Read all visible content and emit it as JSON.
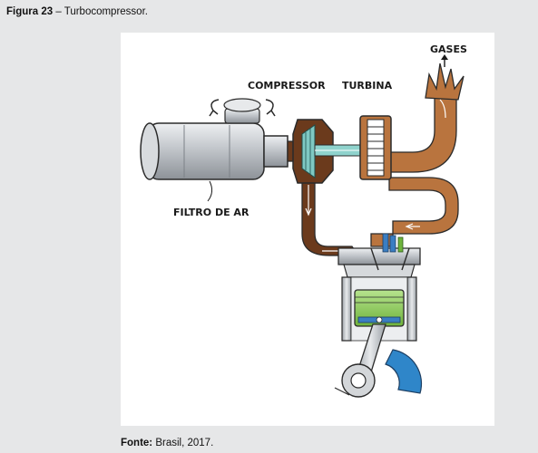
{
  "caption": {
    "label": "Figura 23",
    "text": " – Turbocompressor."
  },
  "diagram": {
    "labels": {
      "compressor": "COMPRESSOR",
      "turbine": "TURBINA",
      "exhaust": "GASES",
      "air_filter": "FILTRO DE AR"
    }
  },
  "source": {
    "label": "Fonte:",
    "text": " Brasil, 2017."
  },
  "colors": {
    "intake_pipe": "#6b3a1c",
    "exhaust_pipe": "#b9743e",
    "piston": "#8fcf5a",
    "injector": "#3a7ec2",
    "crank_weight": "#2f86c9",
    "metal": "#c9ccd0"
  }
}
